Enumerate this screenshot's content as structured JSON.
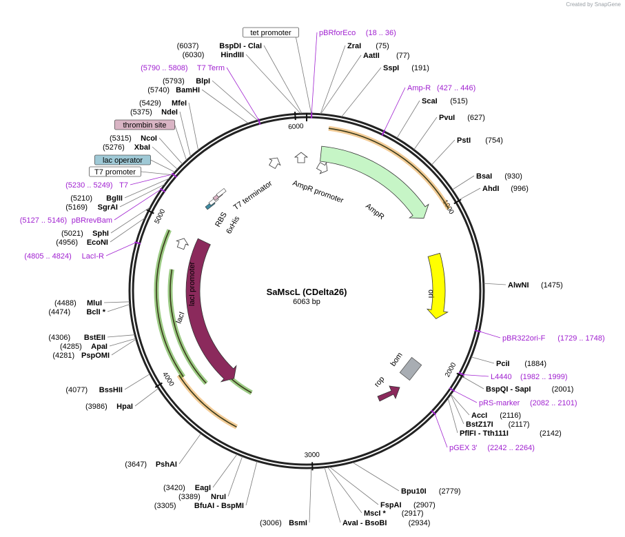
{
  "credit": "Created by SnapGene",
  "plasmid": {
    "name": "SaMscL (CDelta26)",
    "size_label": "6063 bp",
    "length": 6063
  },
  "ticks": [
    {
      "pos": 1000,
      "label": "1000"
    },
    {
      "pos": 2000,
      "label": "2000"
    },
    {
      "pos": 3000,
      "label": "3000"
    },
    {
      "pos": 4000,
      "label": "4000"
    },
    {
      "pos": 5000,
      "label": "5000"
    },
    {
      "pos": 6000,
      "label": "6000"
    }
  ],
  "enzymes": [
    {
      "pos": 75,
      "text": "ZraI",
      "num": "(75)",
      "side": "right"
    },
    {
      "pos": 77,
      "text": "AatII",
      "num": "(77)",
      "side": "right"
    },
    {
      "pos": 191,
      "text": "SspI",
      "num": "(191)",
      "side": "right"
    },
    {
      "pos": 515,
      "text": "ScaI",
      "num": "(515)",
      "side": "right"
    },
    {
      "pos": 627,
      "text": "PvuI",
      "num": "(627)",
      "side": "right"
    },
    {
      "pos": 754,
      "text": "PstI",
      "num": "(754)",
      "side": "right"
    },
    {
      "pos": 930,
      "text": "BsaI",
      "num": "(930)",
      "side": "right"
    },
    {
      "pos": 996,
      "text": "AhdI",
      "num": "(996)",
      "side": "right"
    },
    {
      "pos": 1475,
      "text": "AlwNI",
      "num": "(1475)",
      "side": "right"
    },
    {
      "pos": 1884,
      "text": "PciI",
      "num": "(1884)",
      "side": "right"
    },
    {
      "pos": 2001,
      "text": "BspQI - SapI",
      "num": "(2001)",
      "side": "right"
    },
    {
      "pos": 2116,
      "text": "AccI",
      "num": "(2116)",
      "side": "right"
    },
    {
      "pos": 2117,
      "text": "BstZ17I",
      "num": "(2117)",
      "side": "right"
    },
    {
      "pos": 2142,
      "text": "PflFI - Tth111I",
      "num": "(2142)",
      "side": "right"
    },
    {
      "pos": 2779,
      "text": "Bpu10I",
      "num": "(2779)",
      "side": "right"
    },
    {
      "pos": 2907,
      "text": "FspAI",
      "num": "(2907)",
      "side": "right"
    },
    {
      "pos": 2917,
      "text": "MscI *",
      "num": "(2917)",
      "side": "right"
    },
    {
      "pos": 2934,
      "text": "AvaI - BsoBI",
      "num": "(2934)",
      "side": "right"
    },
    {
      "pos": 3006,
      "text": "BsmI",
      "num": "(3006)",
      "side": "left"
    },
    {
      "pos": 3305,
      "text": "BfuAI - BspMI",
      "num": "(3305)",
      "side": "left"
    },
    {
      "pos": 3389,
      "text": "NruI",
      "num": "(3389)",
      "side": "left"
    },
    {
      "pos": 3420,
      "text": "EagI",
      "num": "(3420)",
      "side": "left"
    },
    {
      "pos": 3647,
      "text": "PshAI",
      "num": "(3647)",
      "side": "left"
    },
    {
      "pos": 3986,
      "text": "HpaI",
      "num": "(3986)",
      "side": "left"
    },
    {
      "pos": 4077,
      "text": "BssHII",
      "num": "(4077)",
      "side": "left"
    },
    {
      "pos": 4281,
      "text": "PspOMI",
      "num": "(4281)",
      "side": "left"
    },
    {
      "pos": 4285,
      "text": "ApaI",
      "num": "(4285)",
      "side": "left"
    },
    {
      "pos": 4306,
      "text": "BstEII",
      "num": "(4306)",
      "side": "left"
    },
    {
      "pos": 4474,
      "text": "BclI *",
      "num": "(4474)",
      "side": "left"
    },
    {
      "pos": 4488,
      "text": "MluI",
      "num": "(4488)",
      "side": "left"
    },
    {
      "pos": 4956,
      "text": "EcoNI",
      "num": "(4956)",
      "side": "left"
    },
    {
      "pos": 5021,
      "text": "SphI",
      "num": "(5021)",
      "side": "left"
    },
    {
      "pos": 5169,
      "text": "SgrAI",
      "num": "(5169)",
      "side": "left"
    },
    {
      "pos": 5210,
      "text": "BglII",
      "num": "(5210)",
      "side": "left"
    },
    {
      "pos": 5276,
      "text": "XbaI",
      "num": "(5276)",
      "side": "left"
    },
    {
      "pos": 5315,
      "text": "NcoI",
      "num": "(5315)",
      "side": "left"
    },
    {
      "pos": 5375,
      "text": "NdeI",
      "num": "(5375)",
      "side": "left"
    },
    {
      "pos": 5429,
      "text": "MfeI",
      "num": "(5429)",
      "side": "left"
    },
    {
      "pos": 5740,
      "text": "BamHI",
      "num": "(5740)",
      "side": "left"
    },
    {
      "pos": 5793,
      "text": "BlpI",
      "num": "(5793)",
      "side": "left"
    },
    {
      "pos": 6030,
      "text": "HindIII",
      "num": "(6030)",
      "side": "left"
    },
    {
      "pos": 6037,
      "text": "BspDI - ClaI",
      "num": "(6037)",
      "side": "left"
    }
  ],
  "primers": [
    {
      "pos": 27,
      "text": "pBRforEco",
      "range": "(18 .. 36)",
      "side": "right"
    },
    {
      "pos": 436,
      "text": "Amp-R",
      "range": "(427 .. 446)",
      "side": "right"
    },
    {
      "pos": 1738,
      "text": "pBR322ori-F",
      "range": "(1729 .. 1748)",
      "side": "right"
    },
    {
      "pos": 1990,
      "text": "L4440",
      "range": "(1982 .. 1999)",
      "side": "right"
    },
    {
      "pos": 2091,
      "text": "pRS-marker",
      "range": "(2082 .. 2101)",
      "side": "right"
    },
    {
      "pos": 2253,
      "text": "pGEX 3'",
      "range": "(2242 .. 2264)",
      "side": "right"
    },
    {
      "pos": 4814,
      "text": "LacI-R",
      "range": "(4805 .. 4824)",
      "side": "left"
    },
    {
      "pos": 5136,
      "text": "pBRrevBam",
      "range": "(5127 .. 5146)",
      "side": "left"
    },
    {
      "pos": 5240,
      "text": "T7",
      "range": "(5230 .. 5249)",
      "side": "left"
    },
    {
      "pos": 5799,
      "text": "T7 Term",
      "range": "(5790 .. 5808)",
      "side": "left"
    }
  ],
  "boxed_features": [
    {
      "pos": 25,
      "text": "tet promoter",
      "fill": "#ffffff"
    },
    {
      "pos": 5345,
      "text": "thrombin site",
      "fill": "#d9b4c4"
    },
    {
      "pos": 5255,
      "text": "lac operator",
      "fill": "#9fc9d6"
    },
    {
      "pos": 5235,
      "text": "T7 promoter",
      "fill": "#ffffff"
    }
  ],
  "features": {
    "ampr": {
      "label": "AmpR",
      "color": "#c6f5c6"
    },
    "ampr_promoter": {
      "label": "AmpR promoter"
    },
    "ori": {
      "label": "ori",
      "color": "#ffff00"
    },
    "bom": {
      "label": "bom",
      "color": "#a8adb3"
    },
    "rop": {
      "label": "rop",
      "color": "#8b2a5c"
    },
    "laci": {
      "label": "lacI",
      "color": "#8b2a5c"
    },
    "laci_promoter": {
      "label": "lacI promoter"
    },
    "t7_terminator": {
      "label": "T7 terminator"
    },
    "rbs": {
      "label": "RBS"
    },
    "his": {
      "label": "6xHis"
    }
  },
  "colors": {
    "primer": "#a020d0",
    "orf_orange": "#e8a040",
    "orf_green": "#4aa020"
  }
}
